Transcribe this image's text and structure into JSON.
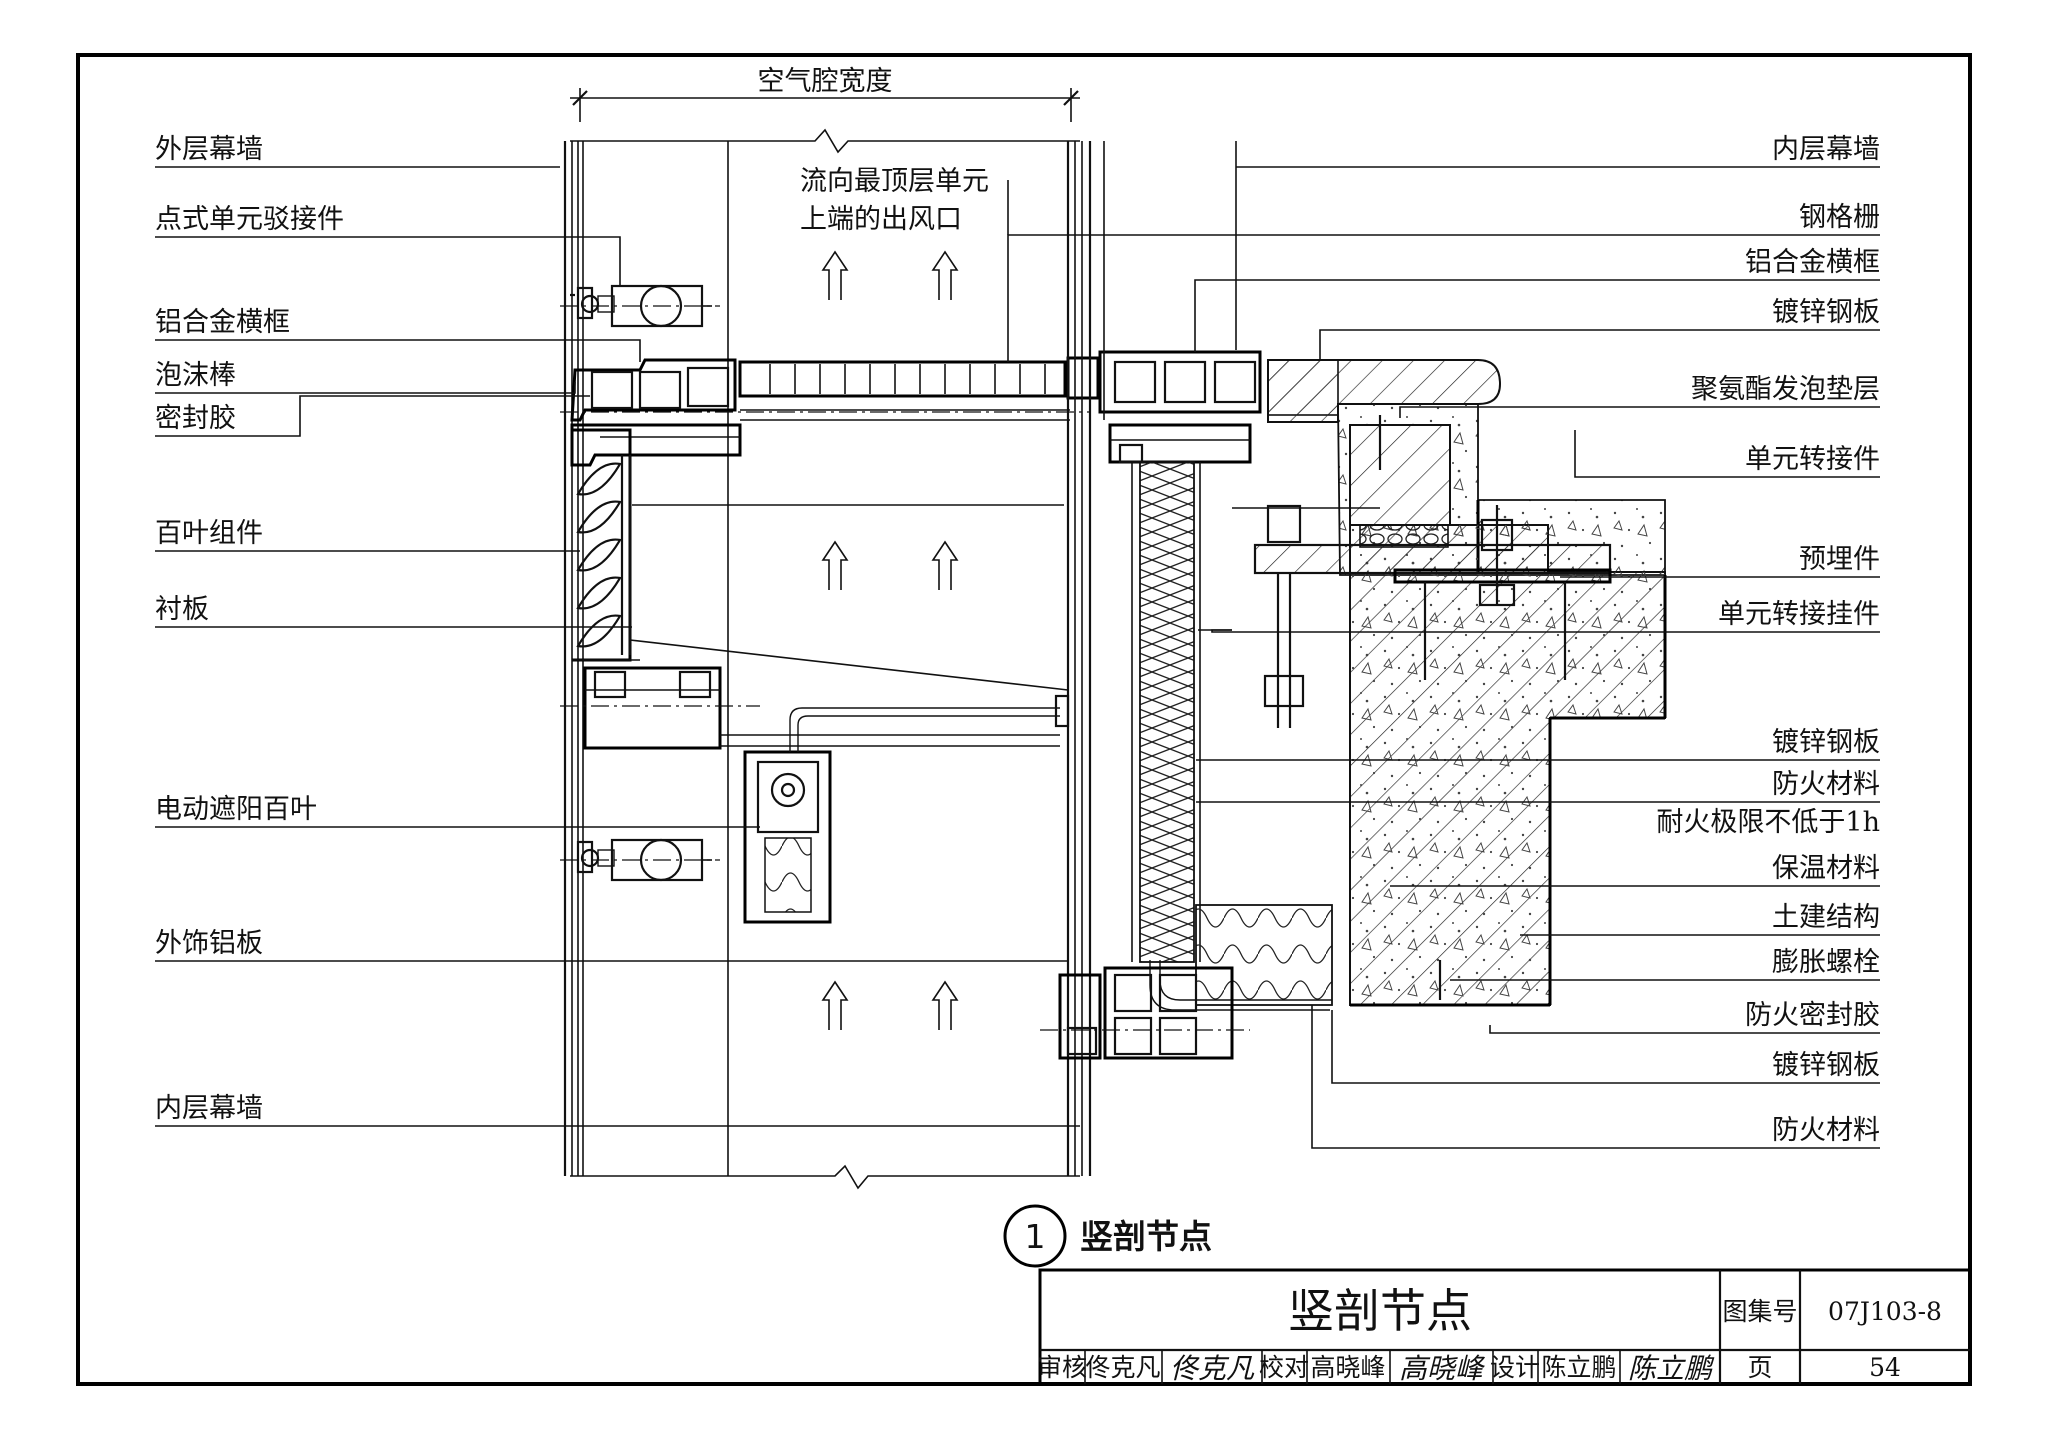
{
  "drawing": {
    "dimension_label": "空气腔宽度",
    "airflow_note": [
      "流向最顶层单元",
      "上端的出风口"
    ],
    "left_labels": {
      "outer_curtain_wall": "外层幕墙",
      "point_unit_connector": "点式单元驳接件",
      "aluminum_transom_left": "铝合金横框",
      "foam_rod": "泡沫棒",
      "sealant": "密封胶",
      "louver_assembly": "百叶组件",
      "lining_board": "衬板",
      "motorized_blind": "电动遮阳百叶",
      "aluminum_cladding": "外饰铝板",
      "inner_curtain_wall_bottom": "内层幕墙"
    },
    "right_labels": {
      "inner_curtain_wall_top": "内层幕墙",
      "steel_grating": "钢格栅",
      "aluminum_transom_right": "铝合金横框",
      "galvanized_plate_1": "镀锌钢板",
      "pu_foam_pad": "聚氨酯发泡垫层",
      "unit_adapter": "单元转接件",
      "embedded_part": "预埋件",
      "unit_hanger": "单元转接挂件",
      "galvanized_plate_2": "镀锌钢板",
      "fire_material_1": "防火材料",
      "fire_rating": "耐火极限不低于1h",
      "insulation": "保温材料",
      "civil_structure": "土建结构",
      "expansion_bolt": "膨胀螺栓",
      "fire_sealant": "防火密封胶",
      "galvanized_plate_3": "镀锌钢板",
      "fire_material_2": "防火材料"
    },
    "detail_number": "1",
    "detail_caption": "竖剖节点"
  },
  "title_block": {
    "title": "竖剖节点",
    "atlas_label": "图集号",
    "atlas_no": "07J103-8",
    "reviewer_label": "审核",
    "reviewer": "佟克凡",
    "reviewer_sign": "佟克凡",
    "checker_label": "校对",
    "checker": "高晓峰",
    "checker_sign": "高晓峰",
    "designer_label": "设计",
    "designer": "陈立鹏",
    "designer_sign": "陈立鹏",
    "page_label": "页",
    "page_no": "54"
  }
}
